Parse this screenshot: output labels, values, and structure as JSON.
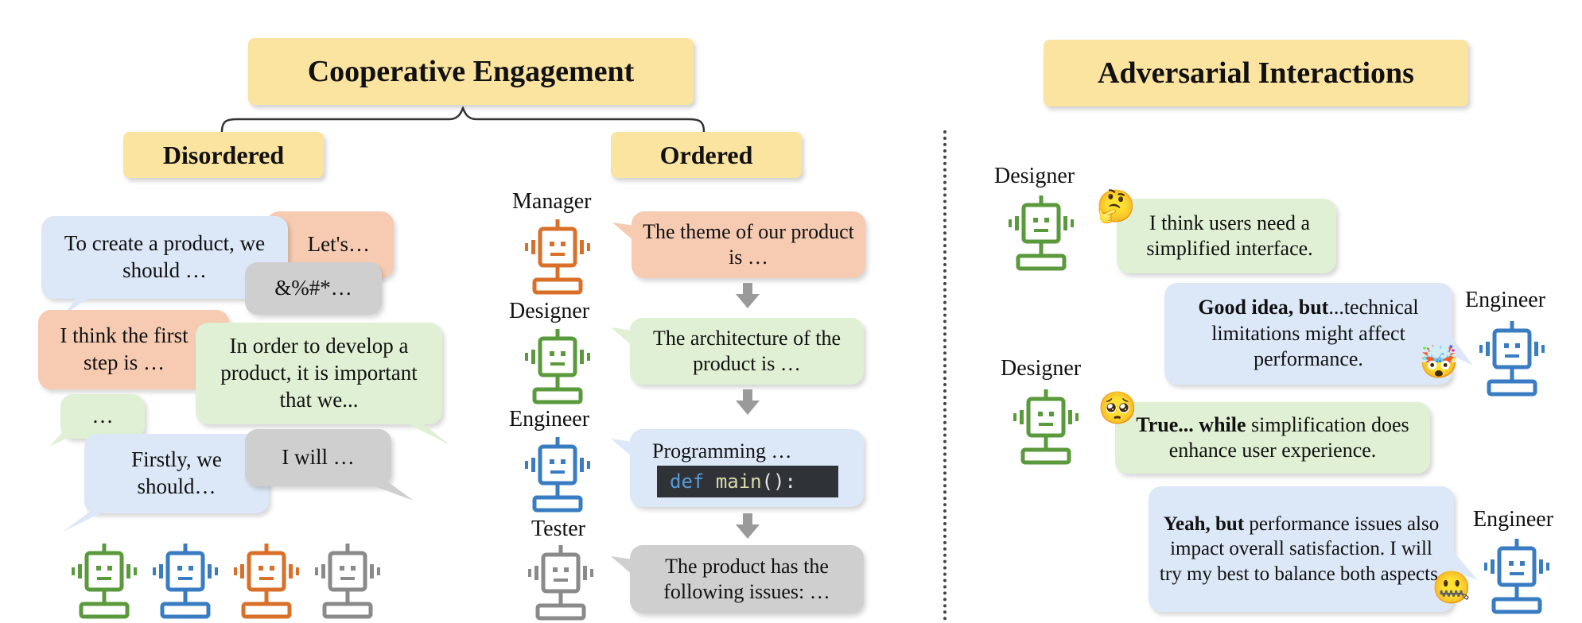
{
  "headers": {
    "cooperative": "Cooperative Engagement",
    "disordered": "Disordered",
    "ordered": "Ordered",
    "adversarial": "Adversarial Interactions"
  },
  "disordered": {
    "b1": "To create a product, we should …",
    "b2": "Let's…",
    "b3": "&%#*…",
    "b4": "I think the first step is …",
    "b5": "In order to develop a product, it is important that we...",
    "b6": "…",
    "b7": "Firstly, we should…",
    "b8": "I will …"
  },
  "ordered": {
    "manager_label": "Manager",
    "manager_text": "The theme of our product is …",
    "designer_label": "Designer",
    "designer_text": "The architecture of the product is …",
    "engineer_label": "Engineer",
    "engineer_text": "Programming …",
    "code_kw": "def",
    "code_fn": "main",
    "code_rest": "():",
    "tester_label": "Tester",
    "tester_text": "The product has the following issues: …"
  },
  "adversarial": {
    "d1_label": "Designer",
    "d1_text": "I think users need a simplified interface.",
    "e1_label": "Engineer",
    "e1_bold": "Good idea, but",
    "e1_text": "...technical limitations might affect performance.",
    "d2_label": "Designer",
    "d2_bold": "True... while",
    "d2_text": " simplification does enhance user experience.",
    "e2_label": "Engineer",
    "e2_bold": "Yeah, but",
    "e2_text": " performance issues  also impact overall satisfaction. I will try my best to balance both aspects."
  },
  "emojis": {
    "thinking": "🤔",
    "exploding": "🤯",
    "pleading": "🥺",
    "zipper": "🤐"
  },
  "colors": {
    "header": "#fbe3a0",
    "blue_bubble": "#dce8f7",
    "green_bubble": "#dff0d4",
    "orange_bubble": "#f6cbb2",
    "gray_bubble": "#cfcfcf",
    "robot_green": "#5a9a3c",
    "robot_blue": "#3a7cc2",
    "robot_orange": "#d8702a",
    "robot_gray": "#8a8a8a"
  }
}
